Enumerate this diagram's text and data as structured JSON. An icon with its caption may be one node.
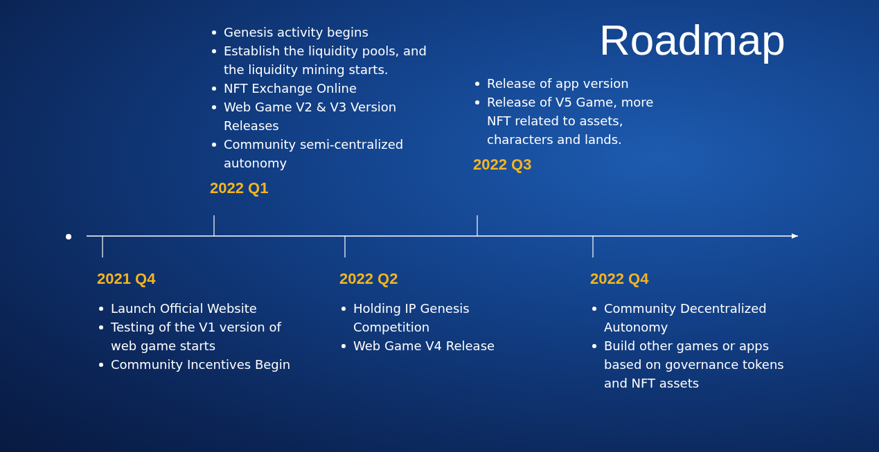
{
  "diagram": {
    "title": "Roadmap",
    "nodes": [
      {
        "text": [
          "2021 Q4",
          "Launch Official Website",
          "Testing of the V1 version of web game starts",
          "Community Incentives Begin"
        ]
      },
      {
        "text": [
          "Genesis activity begins",
          "Establish the liquidity pools, and the liquidity mining starts.",
          "NFT Exchange Online",
          "Web Game V2 & V3 Version Releases",
          "Community semi-centralized autonomy",
          "2022 Q1"
        ]
      },
      {
        "text": [
          "2022 Q2",
          "Holding IP Genesis Competition",
          "Web Game V4 Release"
        ]
      },
      {
        "text": [
          "Release of app version",
          "Release of V5 Game, more NFT related to assets, characters and lands.",
          "2022 Q3"
        ]
      },
      {
        "text": [
          "2022 Q4",
          "Community Decentralized Autonomy",
          "Build other games or apps based on governance tokens and NFT assets"
        ]
      }
    ],
    "edges": []
  }
}
